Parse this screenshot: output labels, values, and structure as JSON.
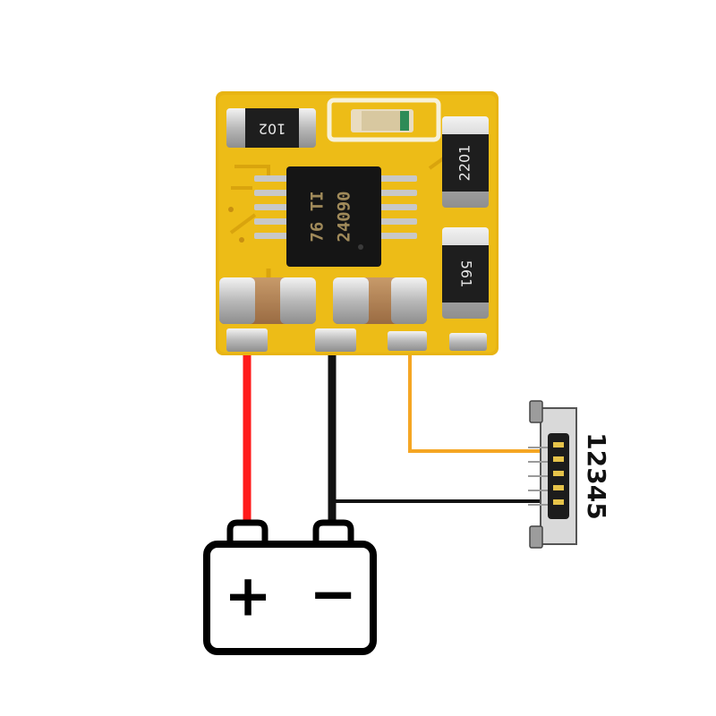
{
  "board": {
    "resistor_top_left": "102",
    "resistor_top_right": "2201",
    "resistor_mid_right": "561",
    "chip_line1": "76 TI",
    "chip_line2": "24090"
  },
  "usb": {
    "pin_label": "12345"
  },
  "battery": {
    "plus": "+",
    "minus": "−"
  },
  "colors": {
    "pcb": "#e8b414",
    "wire_red": "#ff1a1a",
    "wire_black": "#111111",
    "wire_orange": "#f5a623"
  }
}
